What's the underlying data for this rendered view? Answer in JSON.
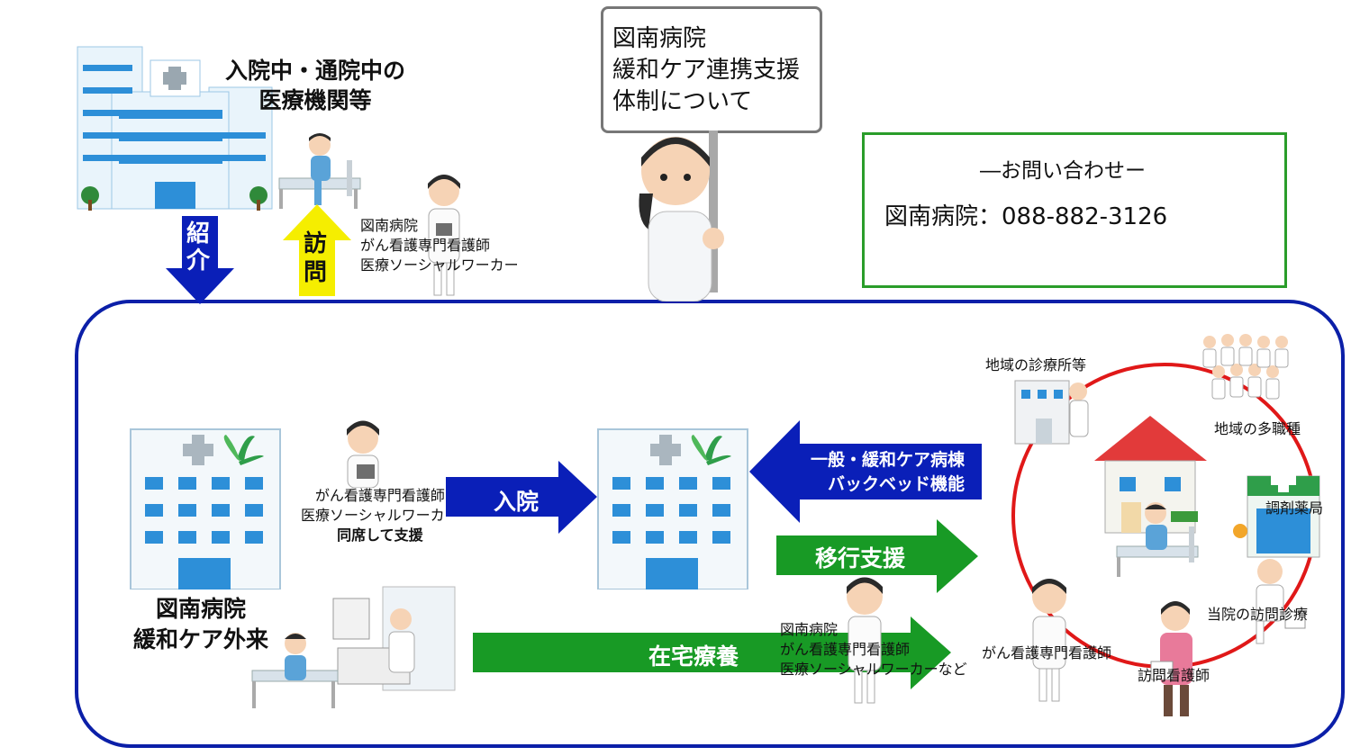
{
  "header": {
    "referring_institutions": [
      "入院中・通院中の",
      "医療機関等"
    ],
    "referral_label": [
      "紹",
      "介"
    ],
    "visit_label": [
      "訪",
      "問"
    ],
    "visiting_staff": [
      "図南病院",
      "がん看護専門看護師",
      "医療ソーシャルワーカー"
    ]
  },
  "sign": {
    "lines": [
      "図南病院",
      "緩和ケア連携支援",
      "体制について"
    ]
  },
  "contact": {
    "heading": "―お問い合わせー",
    "phone_line": "図南病院：088-882-3126"
  },
  "main": {
    "outpatient_title": [
      "図南病院",
      "緩和ケア外来"
    ],
    "consult_staff": [
      "がん看護専門看護師",
      "医療ソーシャルワーカー"
    ],
    "consult_note": "同席して支援",
    "admission_label": "入院",
    "backbed_label": [
      "一般・緩和ケア病棟",
      "バックベッド機能"
    ],
    "transition_label": "移行支援",
    "homecare_label": "在宅療養",
    "homecare_staff": [
      "図南病院",
      "がん看護専門看護師",
      "医療ソーシャルワーカーなど"
    ]
  },
  "community": {
    "clinic": "地域の診療所等",
    "multi_staff": "地域の多職種",
    "pharmacy": "調剤薬局",
    "home_visit_doctor": "当院の訪問診療",
    "home_nurse": "訪問看護師",
    "cancer_nurse": "がん看護専門看護師"
  },
  "colors": {
    "frame_blue": "#0b1fa8",
    "arrow_blue": "#0a1fb8",
    "arrow_yellow": "#f5ee00",
    "arrow_green": "#189a25",
    "contact_green": "#2a9d2a",
    "ring_red": "#e01818",
    "building_blue": "#2d8fd8"
  }
}
